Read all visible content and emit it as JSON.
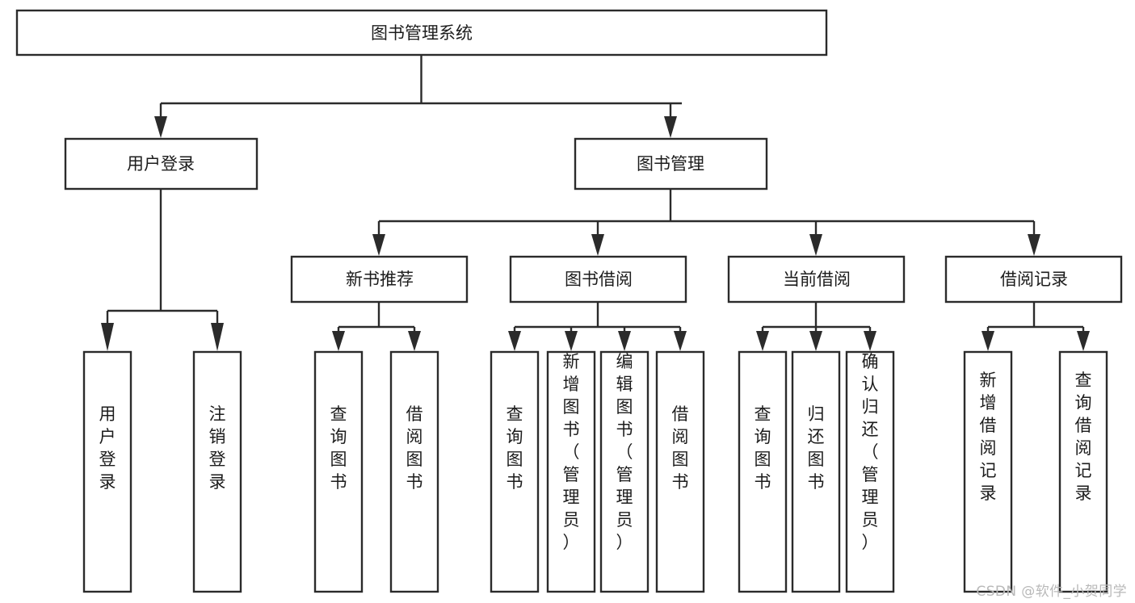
{
  "diagram": {
    "title": "图书管理系统",
    "type": "tree-hierarchy",
    "watermark": "CSDN @软件_小贺同学",
    "colors": {
      "stroke": "#2b2b2b",
      "box_fill": "#ffffff",
      "text": "#1c1c1c",
      "background": "#ffffff",
      "watermark": "#b9b9b9"
    },
    "root": {
      "label": "图书管理系统"
    },
    "level2": [
      {
        "label": "用户登录"
      },
      {
        "label": "图书管理"
      }
    ],
    "level3": [
      {
        "label": "新书推荐"
      },
      {
        "label": "图书借阅"
      },
      {
        "label": "当前借阅"
      },
      {
        "label": "借阅记录"
      }
    ],
    "leaves": {
      "user_login": [
        {
          "label": "用户登录"
        },
        {
          "label": "注销登录"
        }
      ],
      "new_book_recommend": [
        {
          "label": "查询图书"
        },
        {
          "label": "借阅图书"
        }
      ],
      "book_borrow": [
        {
          "label": "查询图书"
        },
        {
          "label": "新增图书（管理员）"
        },
        {
          "label": "编辑图书（管理员）"
        },
        {
          "label": "借阅图书"
        }
      ],
      "current_borrow": [
        {
          "label": "查询图书"
        },
        {
          "label": "归还图书"
        },
        {
          "label": "确认归还（管理员）"
        }
      ],
      "borrow_record": [
        {
          "label": "新增借阅记录"
        },
        {
          "label": "查询借阅记录"
        }
      ]
    }
  }
}
